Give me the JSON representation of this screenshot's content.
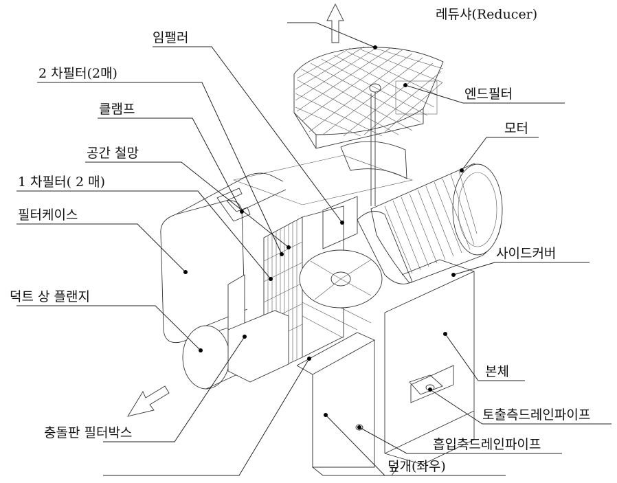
{
  "labels": {
    "reducer": "레듀샤(Reducer)",
    "impeller": "임팰러",
    "second_filter": "2 차필터(2매)",
    "end_filter": "엔드필터",
    "clamp": "클램프",
    "motor": "모터",
    "space_mesh": "공간 철망",
    "first_filter": "1 차필터( 2 매)",
    "filter_case": "필터케이스",
    "side_cover": "사이드커버",
    "duct_flange": "덕트 상 플랜지",
    "body": "본체",
    "discharge_drain": "토출측드레인파이프",
    "impact_filter_box": "충돌판 필터박스",
    "suction_drain": "흡입측드레인파이프",
    "cover": "덮개(좌우)"
  }
}
